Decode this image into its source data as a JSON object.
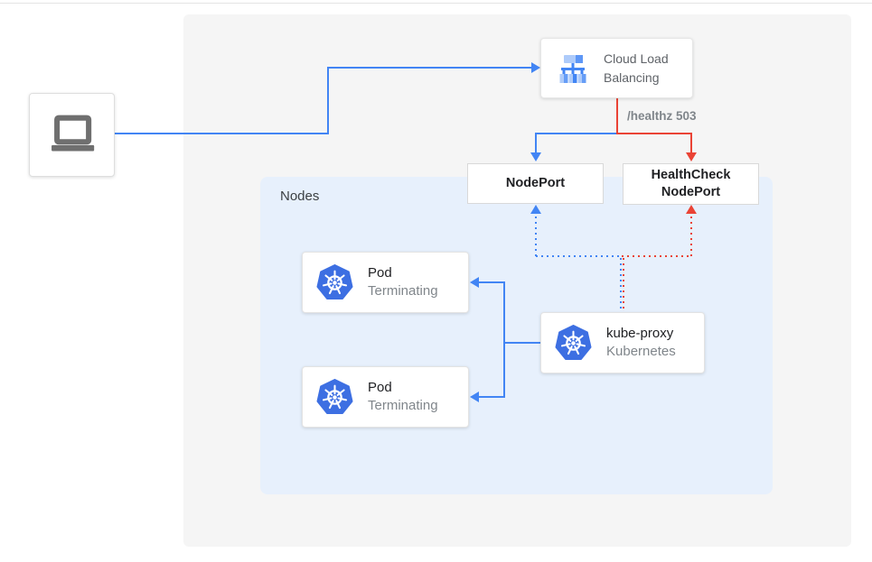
{
  "colors": {
    "line_blue": "#4285f4",
    "line_red": "#ea4335",
    "panel_bg": "#f5f5f5",
    "nodes_bg": "#e7f0fc",
    "kubernetes_blue": "#3d6fe2",
    "laptop_gray": "#6f6f6f",
    "text_dark": "#202124",
    "text_gray": "#80868b"
  },
  "icons": {
    "client": "laptop-icon",
    "load_balancer": "load-balancer-icon",
    "kubernetes": "kubernetes-icon"
  },
  "cloud_lb": {
    "label": "Cloud Load Balancing"
  },
  "healthz": {
    "label": "/healthz 503"
  },
  "nodeport": {
    "label": "NodePort"
  },
  "healthcheck": {
    "label": "HealthCheck NodePort"
  },
  "nodes": {
    "label": "Nodes"
  },
  "pods": [
    {
      "title": "Pod",
      "subtitle": "Terminating"
    },
    {
      "title": "Pod",
      "subtitle": "Terminating"
    }
  ],
  "kube_proxy": {
    "title": "kube-proxy",
    "subtitle": "Kubernetes"
  }
}
